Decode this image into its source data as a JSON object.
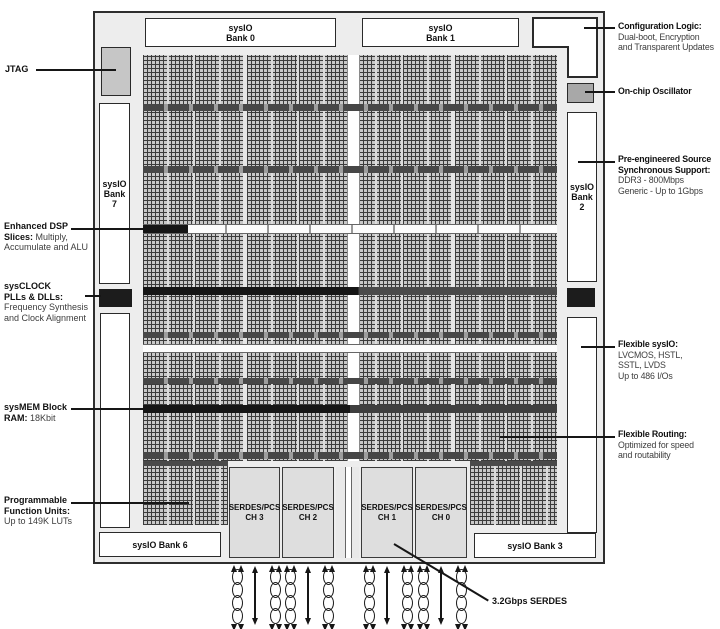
{
  "banks": {
    "bank0": "sysIO\nBank 0",
    "bank1": "sysIO\nBank 1",
    "bank7": "sysIO\nBank\n7",
    "bank2": "sysIO\nBank\n2",
    "bank6": "sysIO Bank 6",
    "bank3": "sysIO Bank 3"
  },
  "serdes_channels": [
    {
      "label": "SERDES/PCS\nCH 3"
    },
    {
      "label": "SERDES/PCS\nCH 2"
    },
    {
      "label": "SERDES/PCS\nCH 1"
    },
    {
      "label": "SERDES/PCS\nCH 0"
    }
  ],
  "callouts": {
    "jtag": {
      "title": "JTAG",
      "body": ""
    },
    "dsp": {
      "title": "Enhanced DSP\nSlices:",
      "body": " Multiply,\nAccumulate and ALU"
    },
    "sysclock": {
      "title": "sysCLOCK\nPLLs & DLLs:",
      "body": "\nFrequency Synthesis\nand Clock Alignment"
    },
    "sysmem": {
      "title": "sysMEM Block\nRAM:",
      "body": " 18Kbit"
    },
    "pfu": {
      "title": "Programmable\nFunction Units:",
      "body": "\nUp to 149K LUTs"
    },
    "config": {
      "title": "Configuration Logic:",
      "body": "\nDual-boot, Encryption\nand Transparent Updates"
    },
    "oscillator": {
      "title": "On-chip Oscillator",
      "body": ""
    },
    "source_sync": {
      "title": "Pre-engineered Source\nSynchronous Support:",
      "body": "\nDDR3 - 800Mbps\nGeneric - Up to 1Gbps"
    },
    "flexible_sysio": {
      "title": "Flexible sysIO:",
      "body": "\nLVCMOS, HSTL,\nSSTL, LVDS\nUp to 486 I/Os"
    },
    "flexible_routing": {
      "title": "Flexible Routing:",
      "body": "\nOptimized for speed\nand routability"
    },
    "serdes_speed": {
      "title": "3.2Gbps SERDES",
      "body": ""
    }
  },
  "colors": {
    "chip_bg": "#ededed",
    "jtag_gray": "#c6c6c6",
    "oscillator_gray": "#a8a8a8",
    "black_block": "#1c1c1c",
    "serdes_fill": "#dedede",
    "line": "#161616"
  }
}
